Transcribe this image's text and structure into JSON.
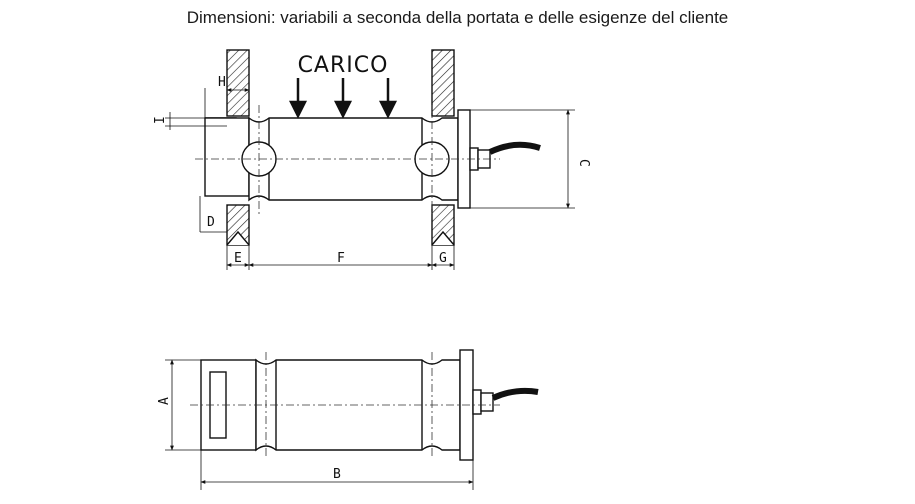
{
  "title": "Dimensioni: variabili a seconda della portata e delle esigenze del cliente",
  "load_label": "CARICO",
  "labels": {
    "A": "A",
    "B": "B",
    "C": "C",
    "D": "D",
    "E": "E",
    "F": "F",
    "G": "G",
    "H": "H",
    "I": "I"
  }
}
